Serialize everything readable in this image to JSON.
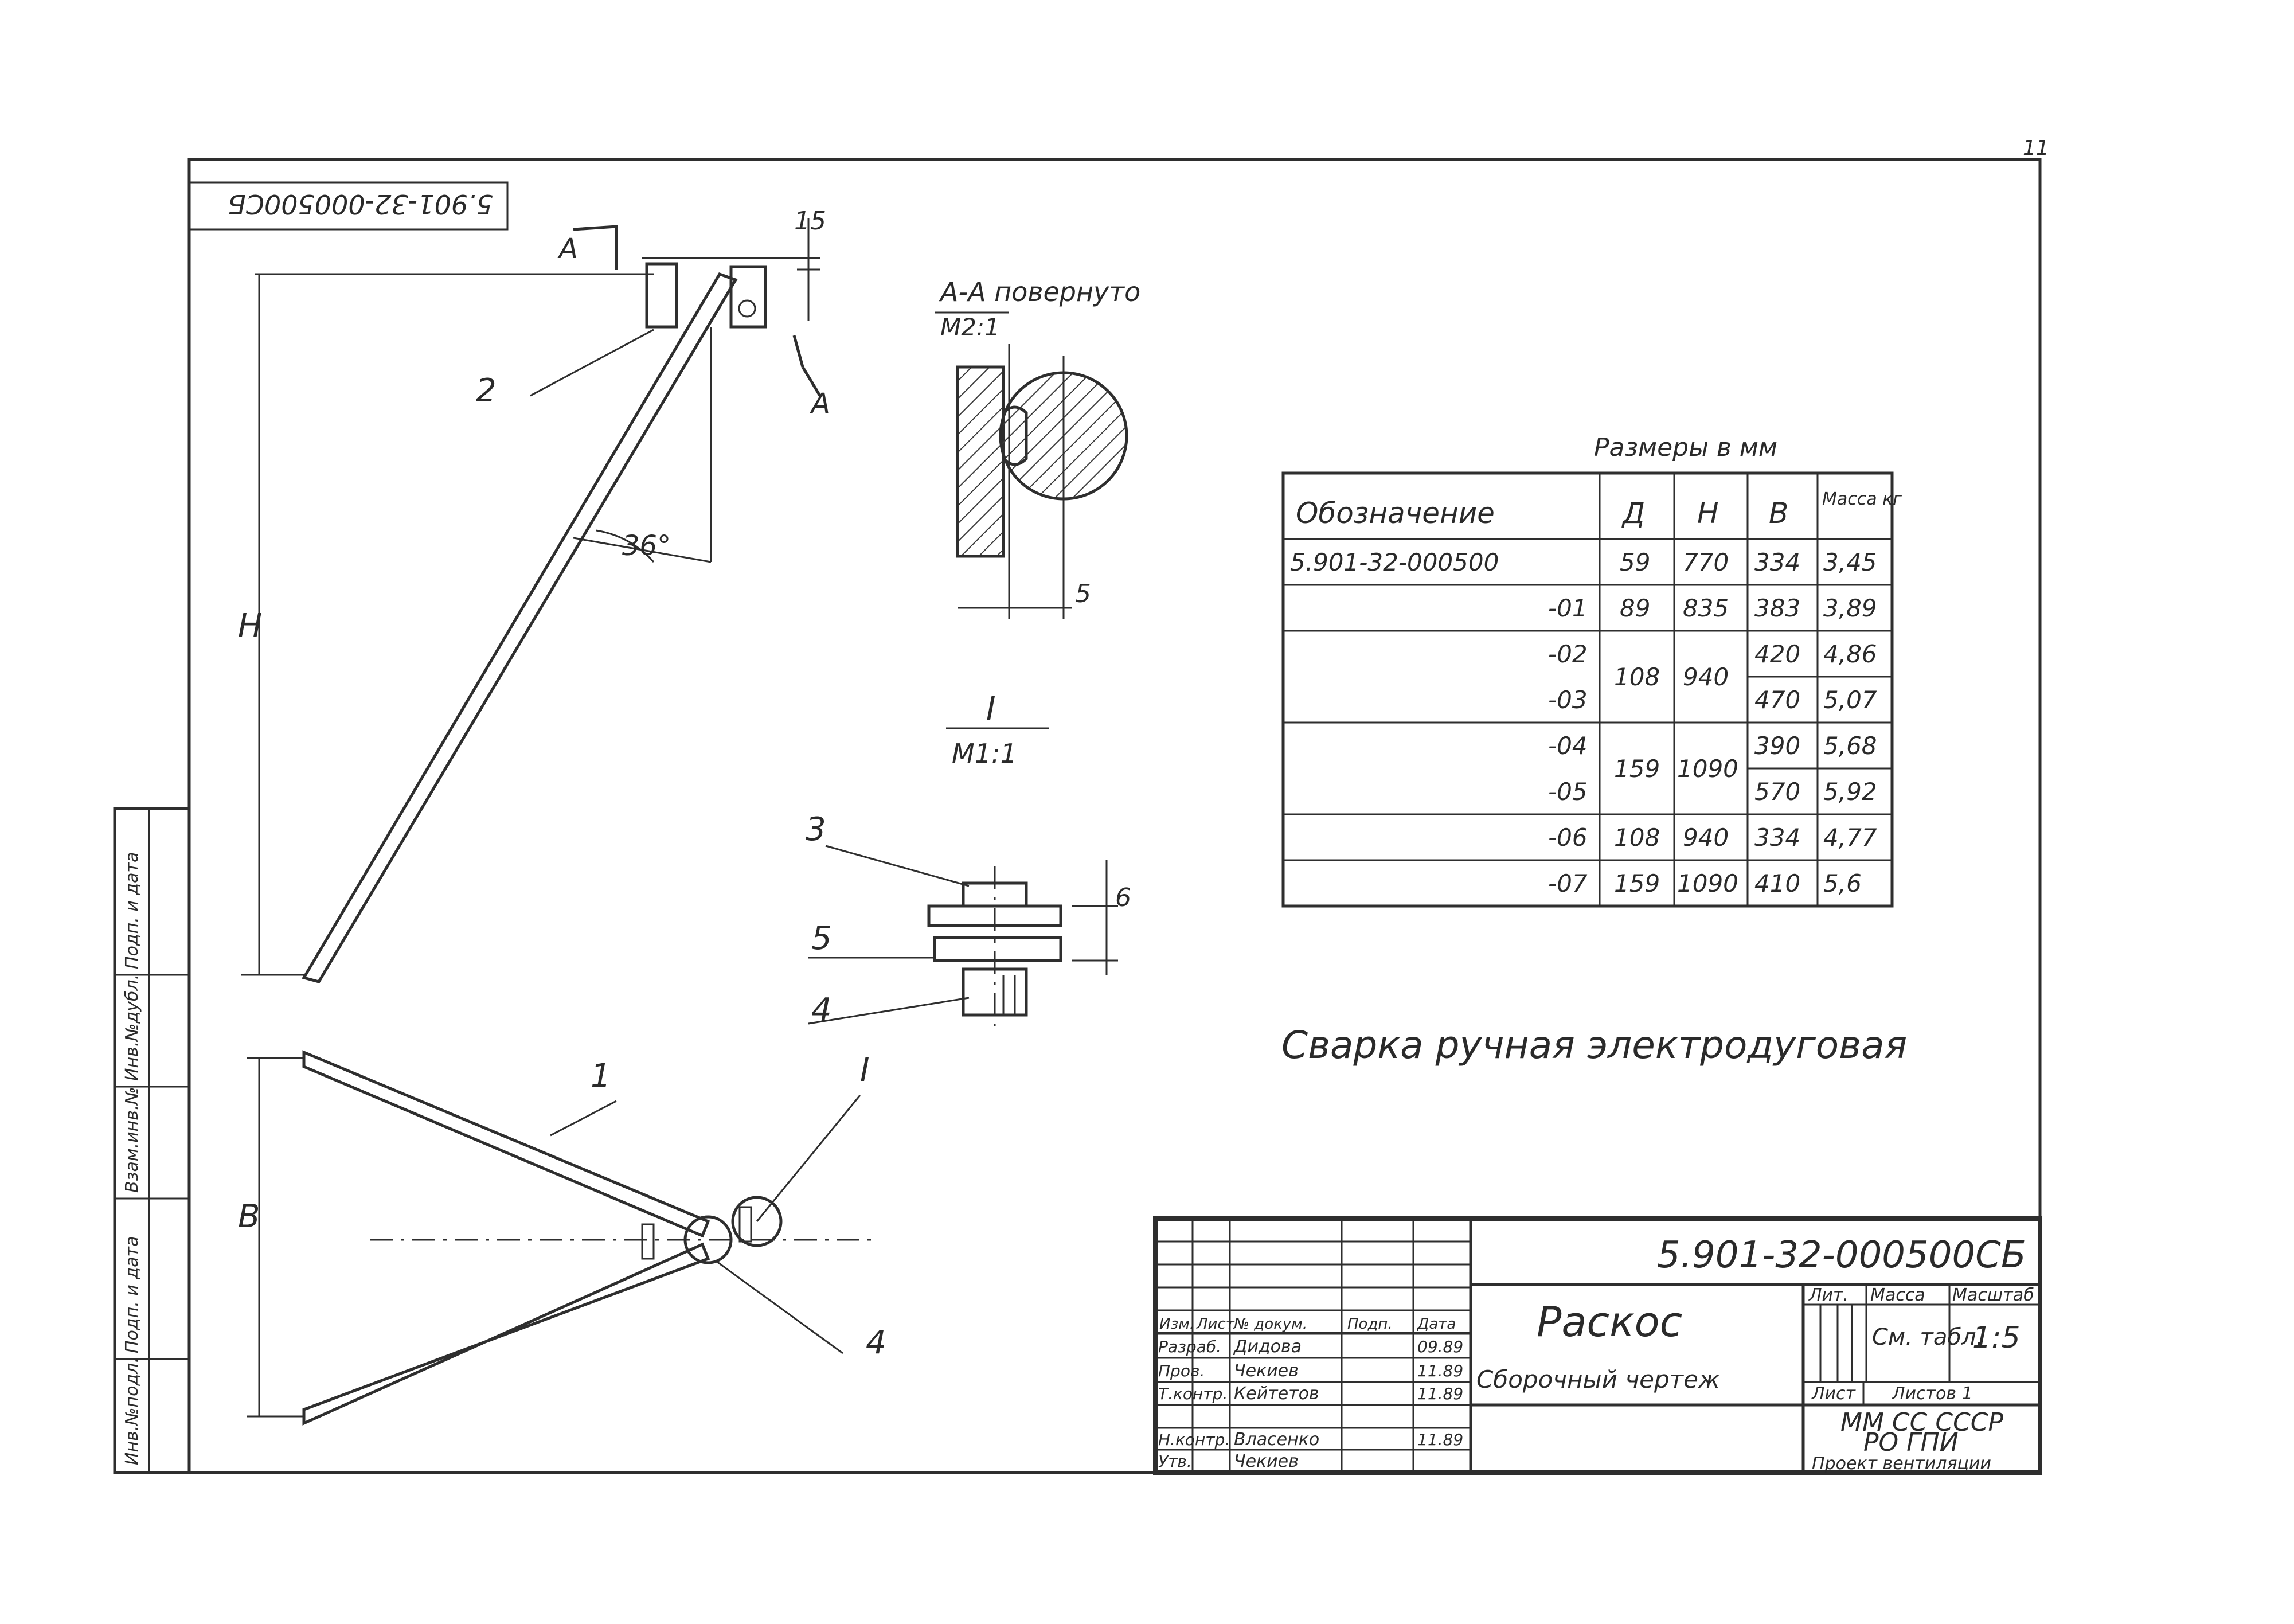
{
  "drawing": {
    "doc_number_rotated": "5.901-32-000500СБ",
    "sheet_marker": "11",
    "labels": {
      "H": "H",
      "B": "B",
      "dim_15": "15",
      "angle_36": "36°",
      "pos_1": "1",
      "pos_2": "2",
      "pos_3": "3",
      "pos_4": "4",
      "pos_4b": "4",
      "pos_5": "5",
      "callout_I": "I",
      "callout_A": "А",
      "callout_A2": "А",
      "dim_6": "6",
      "dim_5": "5"
    },
    "section_view": {
      "title": "А-А повернуто",
      "scale": "М2:1"
    },
    "detail_view": {
      "title": "I",
      "scale": "М1:1"
    },
    "table": {
      "caption": "Размеры в мм",
      "headers": [
        "Обозначение",
        "Д",
        "H",
        "B",
        "Масса кг"
      ],
      "rows": [
        [
          "5.901-32-000500",
          "59",
          "770",
          "334",
          "3,45"
        ],
        [
          "-01",
          "89",
          "835",
          "383",
          "3,89"
        ],
        [
          "-02",
          "108",
          "940",
          "420",
          "4,86"
        ],
        [
          "-03",
          "",
          "",
          "470",
          "5,07"
        ],
        [
          "-04",
          "159",
          "1090",
          "390",
          "5,68"
        ],
        [
          "-05",
          "",
          "",
          "570",
          "5,92"
        ],
        [
          "-06",
          "108",
          "940",
          "334",
          "4,77"
        ],
        [
          "-07",
          "159",
          "1090",
          "410",
          "5,6"
        ]
      ]
    },
    "note": "Сварка ручная электродуговая"
  },
  "side_stamp": [
    "Инв.№подл.",
    "Подп. и дата",
    "Взам.инв.№",
    "Инв.№дубл.",
    "Подп. и дата"
  ],
  "title_block": {
    "doc_number": "5.901-32-000500СБ",
    "name": "Раскос",
    "doc_type": "Сборочный чертеж",
    "lit_label": "Лит.",
    "mass_label": "Масса",
    "scale_label": "Масштаб",
    "mass_value": "См. табл.",
    "scale_value": "1:5",
    "sheet_label": "Лист",
    "sheets_label": "Листов 1",
    "org_line1": "ММ СС СССР",
    "org_line2": "РО ГПИ",
    "org_line3": "Проект вентиляции",
    "header_cols": [
      "Изм.",
      "Лист",
      "№ докум.",
      "Подп.",
      "Дата"
    ],
    "staff": [
      {
        "role": "Разраб.",
        "name": "Дидова",
        "date": "09.89"
      },
      {
        "role": "Пров.",
        "name": "Чекиев",
        "date": "11.89"
      },
      {
        "role": "Т.контр.",
        "name": "Кейтетов",
        "date": "11.89"
      },
      {
        "role": "Н.контр.",
        "name": "Власенко",
        "date": "11.89"
      },
      {
        "role": "Утв.",
        "name": "Чекиев",
        "date": ""
      }
    ]
  }
}
